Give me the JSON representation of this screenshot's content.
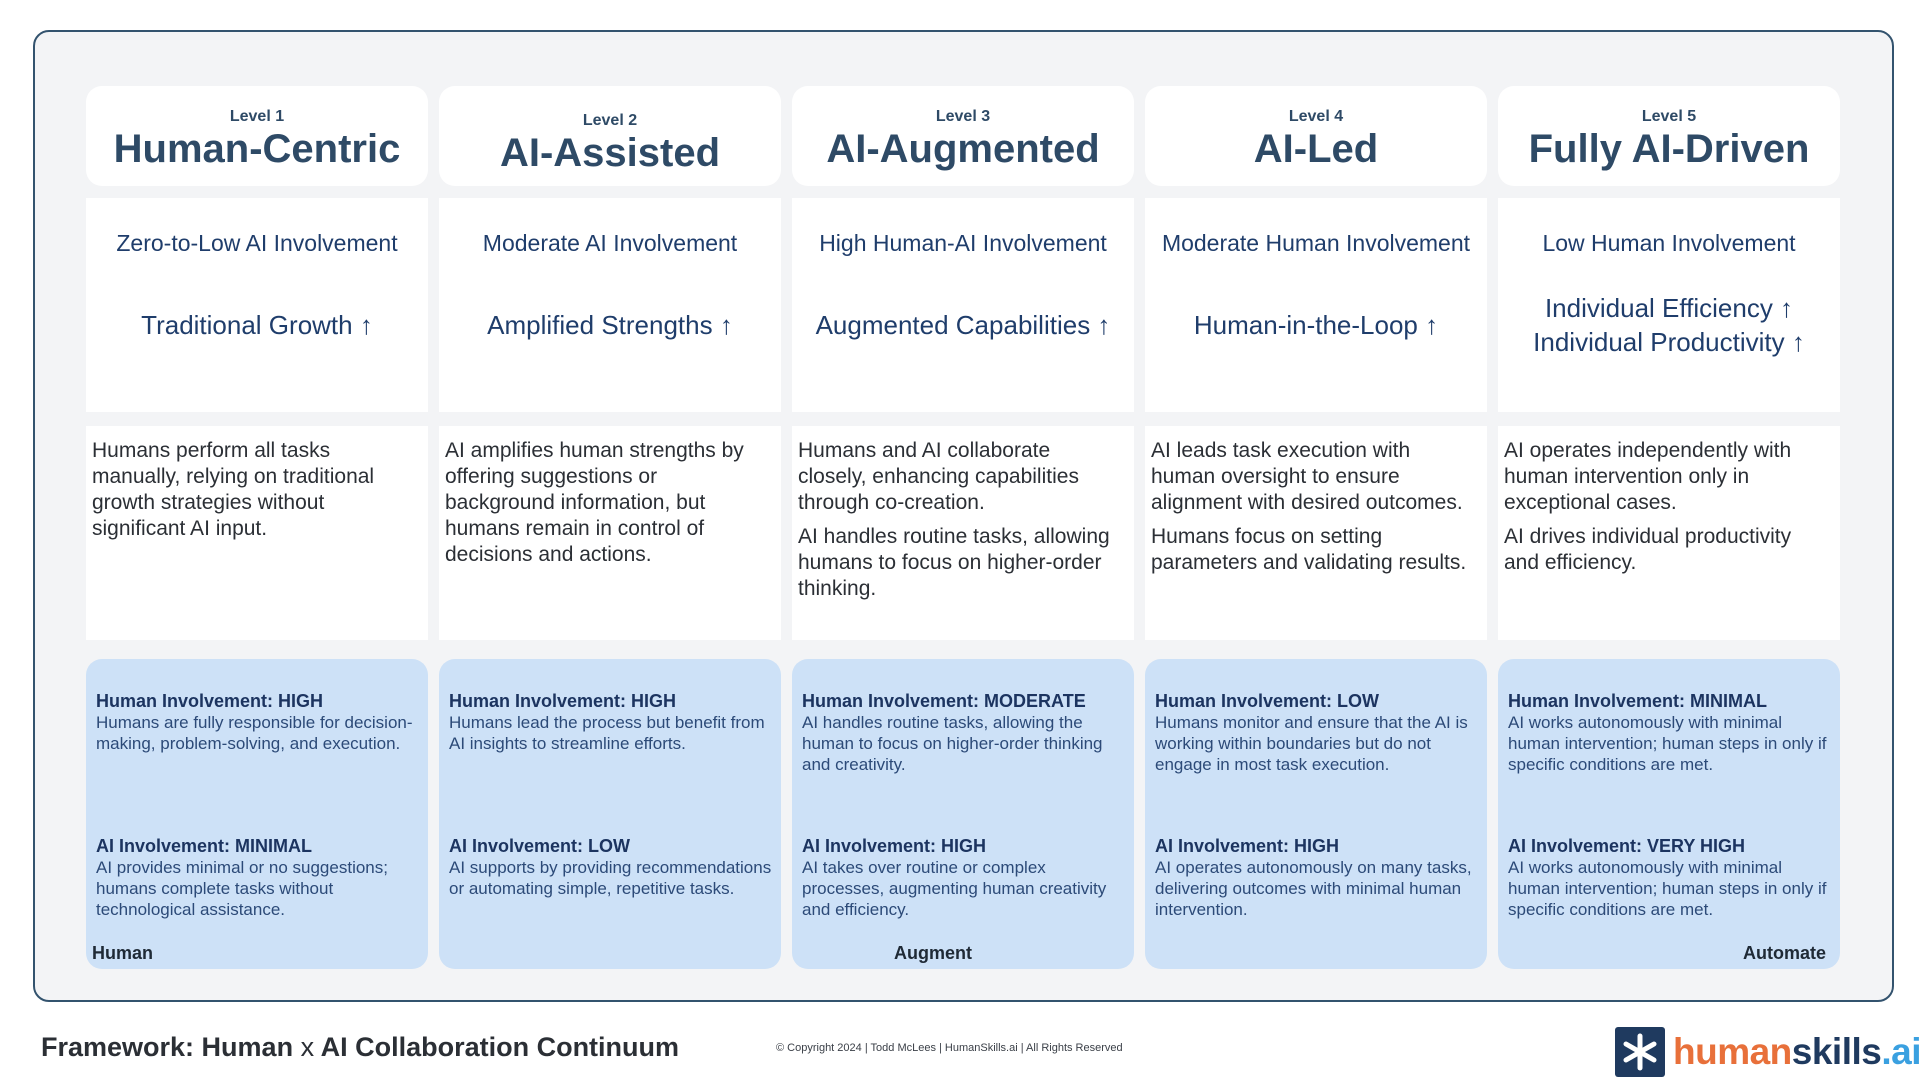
{
  "levels": [
    {
      "level": "Level 1",
      "title": "Human-Centric",
      "involvement": "Zero-to-Low AI Involvement",
      "growth": [
        "Traditional Growth ↑"
      ],
      "description": [
        "Humans perform all tasks manually, relying on traditional growth strategies without significant AI input."
      ],
      "human_heading": "Human Involvement: HIGH",
      "human_text": "Humans are fully responsible for decision-making, problem-solving, and execution.",
      "ai_heading": "AI Involvement: MINIMAL",
      "ai_text": "AI provides minimal or no suggestions; humans complete tasks without technological assistance."
    },
    {
      "level": "Level 2",
      "title": "AI-Assisted",
      "involvement": "Moderate AI Involvement",
      "growth": [
        "Amplified Strengths ↑"
      ],
      "description": [
        "AI amplifies human strengths by offering suggestions or background information, but humans remain in control of decisions and actions."
      ],
      "human_heading": "Human Involvement: HIGH",
      "human_text": "Humans lead the process but benefit from AI insights to streamline efforts.",
      "ai_heading": "AI Involvement: LOW",
      "ai_text": "AI supports by providing recommendations or automating simple, repetitive tasks."
    },
    {
      "level": "Level 3",
      "title": "AI-Augmented",
      "involvement": "High Human-AI Involvement",
      "growth": [
        "Augmented Capabilities ↑"
      ],
      "description": [
        "Humans and AI collaborate closely, enhancing capabilities through co-creation.",
        "AI handles routine tasks, allowing humans to focus on higher-order thinking."
      ],
      "human_heading": "Human Involvement: MODERATE",
      "human_text": "AI handles routine tasks, allowing the human to focus on higher-order thinking and creativity.",
      "ai_heading": "AI Involvement: HIGH",
      "ai_text": "AI takes over routine or complex processes, augmenting human creativity and efficiency."
    },
    {
      "level": "Level 4",
      "title": "AI-Led",
      "involvement": "Moderate Human Involvement",
      "growth": [
        "Human-in-the-Loop ↑"
      ],
      "description": [
        "AI leads task execution with human oversight to ensure alignment with desired outcomes.",
        "Humans focus on setting parameters and validating results."
      ],
      "human_heading": "Human Involvement: LOW",
      "human_text": "Humans monitor and ensure that the AI is working within boundaries but do not engage in most task execution.",
      "ai_heading": "AI Involvement: HIGH",
      "ai_text": "AI operates autonomously on many tasks, delivering outcomes with minimal human intervention."
    },
    {
      "level": "Level 5",
      "title": "Fully AI-Driven",
      "involvement": "Low Human Involvement",
      "growth": [
        "Individual Efficiency ↑",
        "Individual Productivity ↑"
      ],
      "description": [
        "AI operates independently with human intervention only in exceptional cases.",
        "AI drives individual productivity and efficiency."
      ],
      "human_heading": "Human Involvement: MINIMAL",
      "human_text": "AI works autonomously with minimal human intervention; human steps in only if specific conditions are met.",
      "ai_heading": "AI Involvement: VERY HIGH",
      "ai_text": "AI works autonomously with minimal human intervention; human steps in only if specific conditions are met."
    }
  ],
  "axis": {
    "left": "Human",
    "middle": "Augment",
    "right": "Automate"
  },
  "footer": {
    "title_part1": "Framework: Human",
    "title_x": "x",
    "title_part2": "AI Collaboration Continuum",
    "copyright": "© Copyright 2024  |  Todd McLees  |  HumanSkills.ai | All Rights Reserved"
  },
  "logo": {
    "part1": "human",
    "part2": "skills",
    "part3": ".ai",
    "colors": {
      "part1": "#e8703a",
      "part2": "#1f3a5f",
      "part3": "#3aa0e0",
      "mark": "#1f3a5f"
    }
  }
}
